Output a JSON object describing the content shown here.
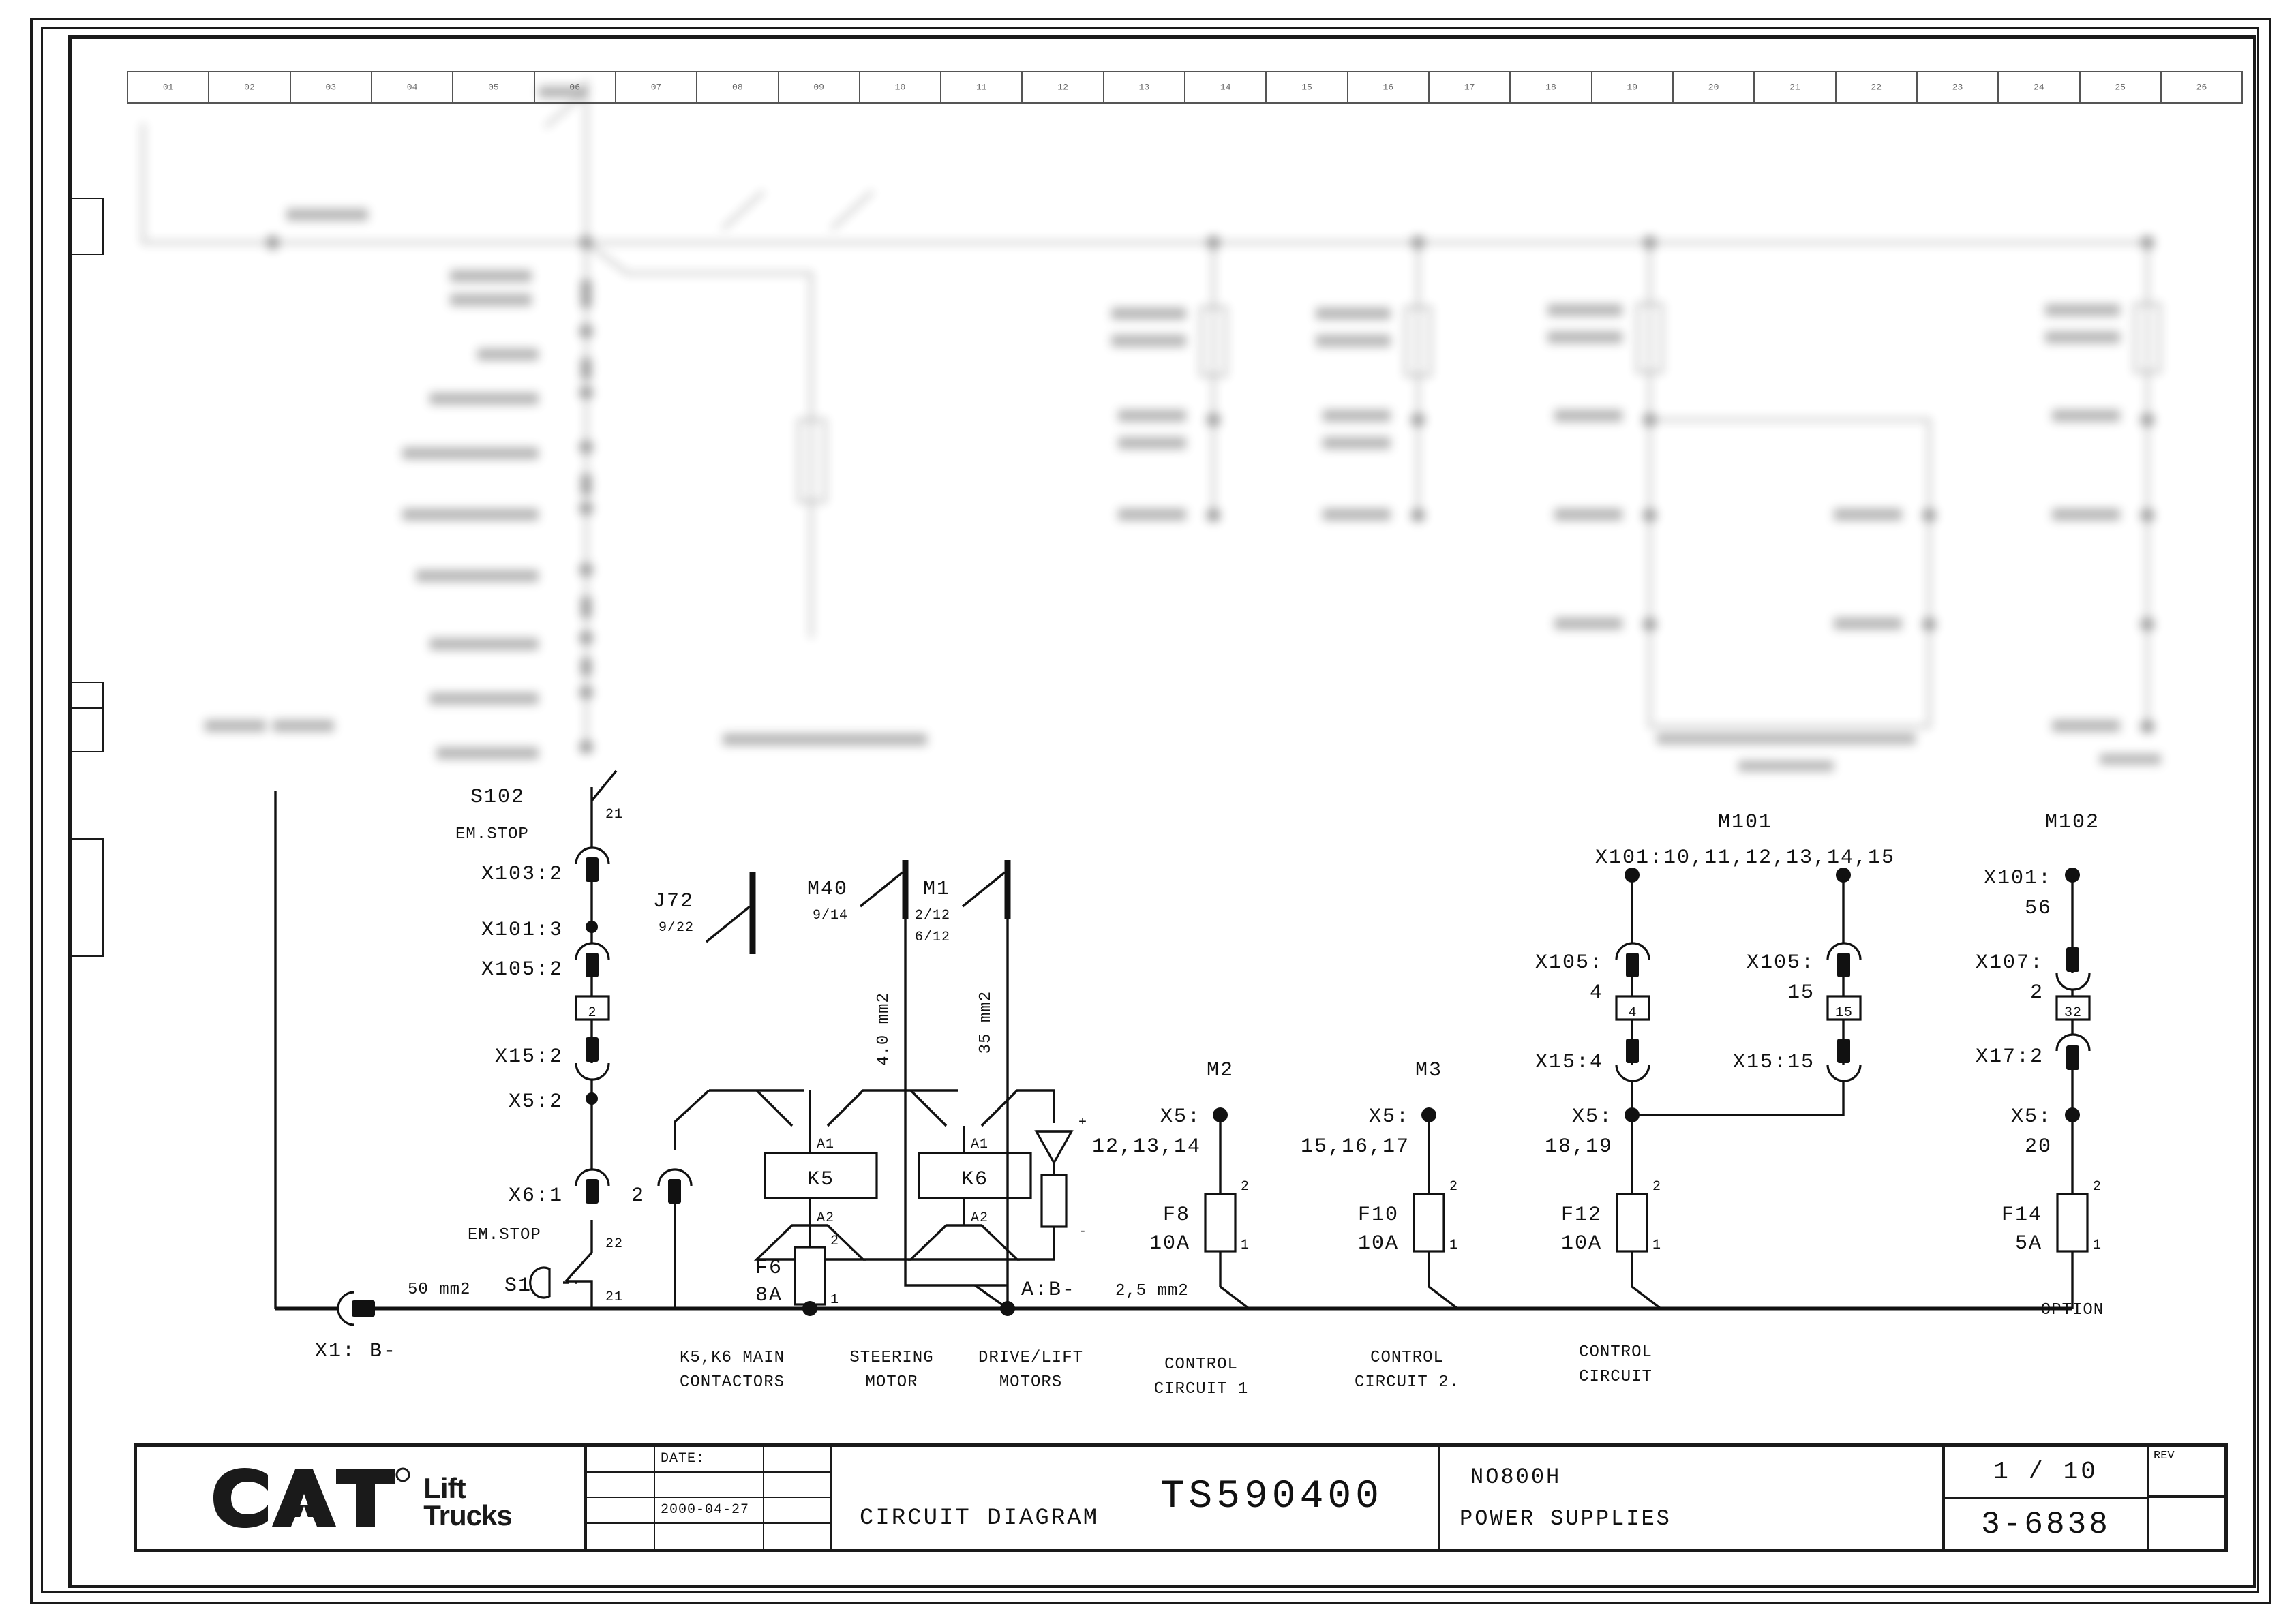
{
  "document": {
    "kind": "electrical-circuit-diagram",
    "drawing_number": "TS590400",
    "drawing_title": "CIRCUIT DIAGRAM",
    "model": "NO800H",
    "subject": "POWER SUPPLIES",
    "sheet": "1 / 10",
    "sheet_code": "3-6838",
    "rev_label": "REV",
    "rev_value": "",
    "date_label": "DATE:",
    "date_value": "2000-04-27",
    "logo_primary": "CAT",
    "logo_registered": "®",
    "logo_line1": "Lift",
    "logo_line2": "Trucks"
  },
  "ruler": {
    "columns": [
      "01",
      "02",
      "03",
      "04",
      "05",
      "06",
      "07",
      "08",
      "09",
      "10",
      "11",
      "12",
      "13",
      "14",
      "15",
      "16",
      "17",
      "18",
      "19",
      "20",
      "21",
      "22",
      "23",
      "24",
      "25",
      "26"
    ]
  },
  "branches": {
    "emstop": {
      "top_device": "S102",
      "top_caption": "EM.STOP",
      "contact_top": "21",
      "contact_bottom": "22",
      "terminals": [
        "X103:2",
        "X101:3",
        "X105:2",
        "X15:2",
        "X5:2",
        "X6:1"
      ],
      "wire_tag": "2",
      "bottom_caption": "EM.STOP",
      "switch_name": "S1",
      "jumper_terminal": "2"
    },
    "contactors": {
      "relay_left": "K5",
      "relay_right": "K6",
      "coil_top_left": "A1",
      "coil_bottom_left": "A2",
      "coil_top_right": "A1",
      "coil_bottom_right": "A2",
      "diode_plus": "+",
      "diode_minus": "-",
      "fuse_name": "F6",
      "fuse_rating": "8A",
      "fuse_pin_top": "2",
      "fuse_pin_bottom": "1",
      "caption_line1": "K5,K6 MAIN",
      "caption_line2": "CONTACTORS"
    },
    "steering": {
      "device": "J72",
      "ref": "9/22",
      "caption_line1": "STEERING",
      "caption_line2": "MOTOR"
    },
    "steering_motor": {
      "device": "M40",
      "ref": "9/14",
      "wire_size": "4.0 mm2"
    },
    "drive_lift": {
      "device": "M1",
      "ref_line1": "2/12",
      "ref_line2": "6/12",
      "wire_size": "35 mm2",
      "caption_line1": "DRIVE/LIFT",
      "caption_line2": "MOTORS"
    },
    "control1": {
      "device": "M2",
      "terminal_label": "X5:",
      "terminal_pins": "12,13,14",
      "fuse_name": "F8",
      "fuse_rating": "10A",
      "fuse_pin_top": "2",
      "fuse_pin_bottom": "1",
      "caption_line1": "CONTROL",
      "caption_line2": "CIRCUIT 1"
    },
    "control2": {
      "device": "M3",
      "terminal_label": "X5:",
      "terminal_pins": "15,16,17",
      "fuse_name": "F10",
      "fuse_rating": "10A",
      "fuse_pin_top": "2",
      "fuse_pin_bottom": "1",
      "caption_line1": "CONTROL",
      "caption_line2": "CIRCUIT 2."
    },
    "m101": {
      "device": "M101",
      "header_terminal": "X101:10,11,12,13,14,15",
      "left_leg": {
        "terminal_top_label": "X105:",
        "terminal_top_pin": "4",
        "wire_tag": "4",
        "terminal_bottom": "X15:4"
      },
      "right_leg": {
        "terminal_top_label": "X105:",
        "terminal_top_pin": "15",
        "wire_tag": "15",
        "terminal_bottom": "X15:15"
      },
      "bus_label": "X5:",
      "bus_pins": "18,19",
      "fuse_name": "F12",
      "fuse_rating": "10A",
      "fuse_pin_top": "2",
      "fuse_pin_bottom": "1",
      "caption_line1": "CONTROL",
      "caption_line2": "CIRCUIT"
    },
    "m102": {
      "device": "M102",
      "terminal_top_label": "X101:",
      "terminal_top_pin": "56",
      "terminal_mid_label": "X107:",
      "terminal_mid_pin": "2",
      "wire_tag": "32",
      "terminal_low": "X17:2",
      "bus_label": "X5:",
      "bus_pin": "20",
      "fuse_name": "F14",
      "fuse_rating": "5A",
      "fuse_pin_top": "2",
      "fuse_pin_bottom": "1",
      "caption": "OPTION"
    }
  },
  "bus": {
    "left_terminal": "X1: B-",
    "left_wire_size": "50 mm2",
    "mid_terminal": "A:B-",
    "mid_wire_size": "2,5 mm2"
  },
  "colors": {
    "line": "#111111",
    "frame": "#1a1a1a",
    "paper": "#ffffff"
  }
}
